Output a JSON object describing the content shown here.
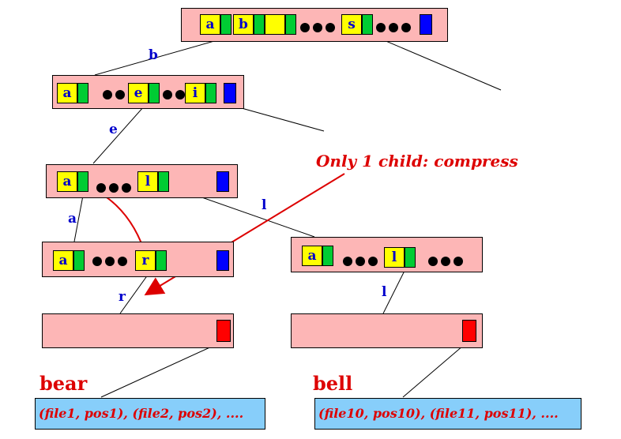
{
  "title": "",
  "annotation": "Only 1 child: compress",
  "root": {
    "keys": [
      "a",
      "b",
      "s"
    ]
  },
  "node_b": {
    "keys": [
      "a",
      "e",
      "i"
    ]
  },
  "node_be": {
    "keys": [
      "a",
      "l"
    ]
  },
  "node_bea": {
    "keys": [
      "a",
      "r"
    ]
  },
  "node_bel": {
    "keys": [
      "a",
      "l"
    ]
  },
  "edges": {
    "b": "b",
    "e": "e",
    "a": "a",
    "r": "r",
    "l1": "l",
    "l2": "l"
  },
  "words": {
    "bear": "bear",
    "bell": "bell"
  },
  "postings": {
    "bear": "(file1, pos1), (file2, pos2), ....",
    "bell": "(file10, pos10), (file11, pos11), ...."
  },
  "colors": {
    "node": "#fdb6b6",
    "key": "#ffff00",
    "pointer": "#00cc33",
    "end_marker": "#0000ff",
    "leaf_marker": "#ff0000",
    "posting": "#87cefa",
    "text_red": "#dd0000",
    "text_blue": "#0000cc"
  }
}
